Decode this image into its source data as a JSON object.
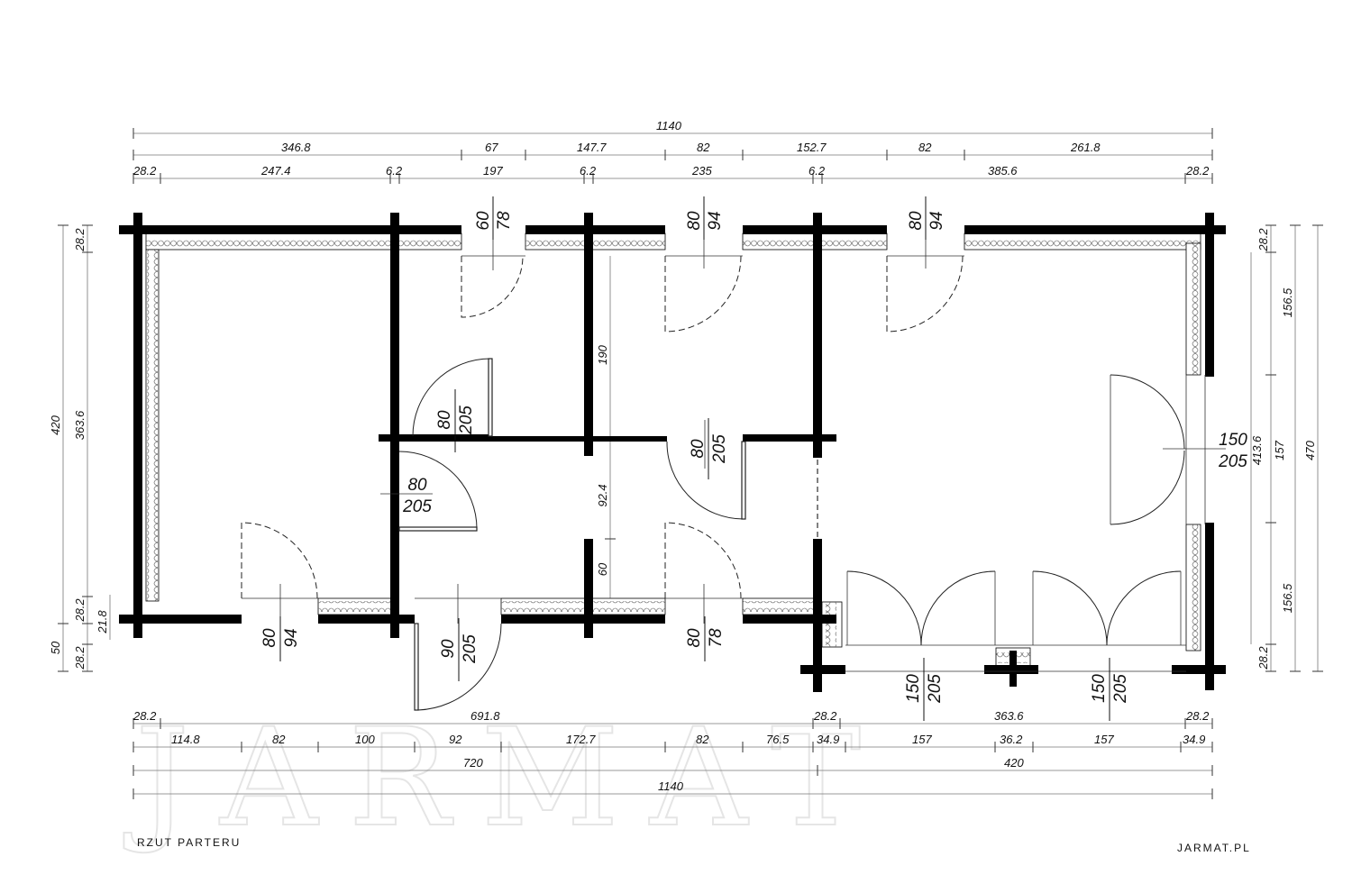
{
  "watermark": "JARMAT",
  "drawing_title": "RZUT PARTERU",
  "site": "JARMAT.PL",
  "top_dims": {
    "total": "1140",
    "row2": [
      "346.8",
      "67",
      "147.7",
      "82",
      "152.7",
      "82",
      "261.8"
    ],
    "row3": [
      "28.2",
      "247.4",
      "6.2",
      "197",
      "6.2",
      "235",
      "6.2",
      "385.6",
      "28.2"
    ]
  },
  "bottom_dims": {
    "row1": [
      "28.2",
      "691.8",
      "28.2",
      "363.6",
      "28.2"
    ],
    "row2": [
      "114.8",
      "82",
      "100",
      "92",
      "172.7",
      "82",
      "76.5",
      "34.9",
      "157",
      "36.2",
      "157",
      "34.9"
    ],
    "row3": [
      "720",
      "420"
    ],
    "total": "1140"
  },
  "left_dims": [
    "420",
    "363.6",
    "28.2",
    "28.2",
    "21.8",
    "50",
    "28.2"
  ],
  "right_dims": [
    "28.2",
    "156.5",
    "157",
    "156.5",
    "28.2",
    "470",
    "413.6"
  ],
  "inner_dims": [
    "190",
    "92.4",
    "60"
  ],
  "openings": [
    {
      "w": "60",
      "h": "78"
    },
    {
      "w": "80",
      "h": "94"
    },
    {
      "w": "80",
      "h": "94"
    },
    {
      "w": "80",
      "h": "205"
    },
    {
      "w": "80",
      "h": "205"
    },
    {
      "w": "80",
      "h": "205"
    },
    {
      "w": "150",
      "h": "205"
    },
    {
      "w": "80",
      "h": "94"
    },
    {
      "w": "90",
      "h": "205"
    },
    {
      "w": "80",
      "h": "78"
    },
    {
      "w": "150",
      "h": "205"
    },
    {
      "w": "150",
      "h": "205"
    }
  ]
}
